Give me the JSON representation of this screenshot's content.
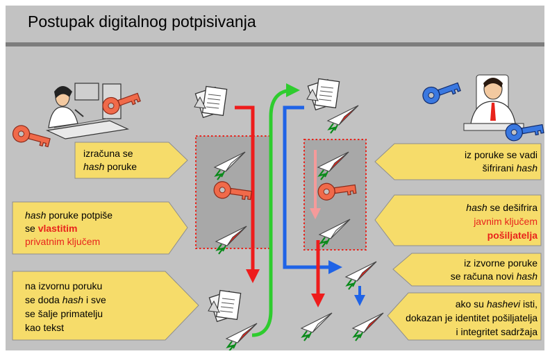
{
  "title": "Postupak digitalnog potpisivanja",
  "left_callouts": {
    "c1": {
      "l1_a": "izračuna se",
      "l2_em": "hash",
      "l2_b": " poruke"
    },
    "c2": {
      "l1_em": "hash",
      "l1_b": " poruke potpiše",
      "l2_a": "se ",
      "l2_red": "vlastitim",
      "l3_red": "privatnim ključem"
    },
    "c3": {
      "l1": "na izvornu poruku",
      "l2_a": "se doda ",
      "l2_em": "hash",
      "l2_b": " i sve",
      "l3": "se šalje primatelju",
      "l4": "kao tekst"
    }
  },
  "right_callouts": {
    "c1": {
      "l1": "iz poruke se vadi",
      "l2_a": "šifrirani ",
      "l2_em": "hash"
    },
    "c2": {
      "l1_em": "hash",
      "l1_b": " se dešifrira",
      "l2_red": "javnim ključem",
      "l3_red": "pošiljatelja"
    },
    "c3": {
      "l1": "iz izvorne poruke",
      "l2_a": "se računa novi ",
      "l2_em": "hash"
    },
    "c4": {
      "l1_a": "ako su ",
      "l1_em": "hashevi",
      "l1_b": " isti,",
      "l2": "dokazan je identitet pošiljatelja",
      "l3": "i integritet sadržaja"
    }
  },
  "colors": {
    "background": "#c2c2c2",
    "callout": "#f6dc6a",
    "red_arrow": "#ee1c1c",
    "green_arrow": "#2ecc2e",
    "blue_arrow": "#1f63e6",
    "key_red": "#f06a4a",
    "key_blue": "#3a78e0"
  }
}
